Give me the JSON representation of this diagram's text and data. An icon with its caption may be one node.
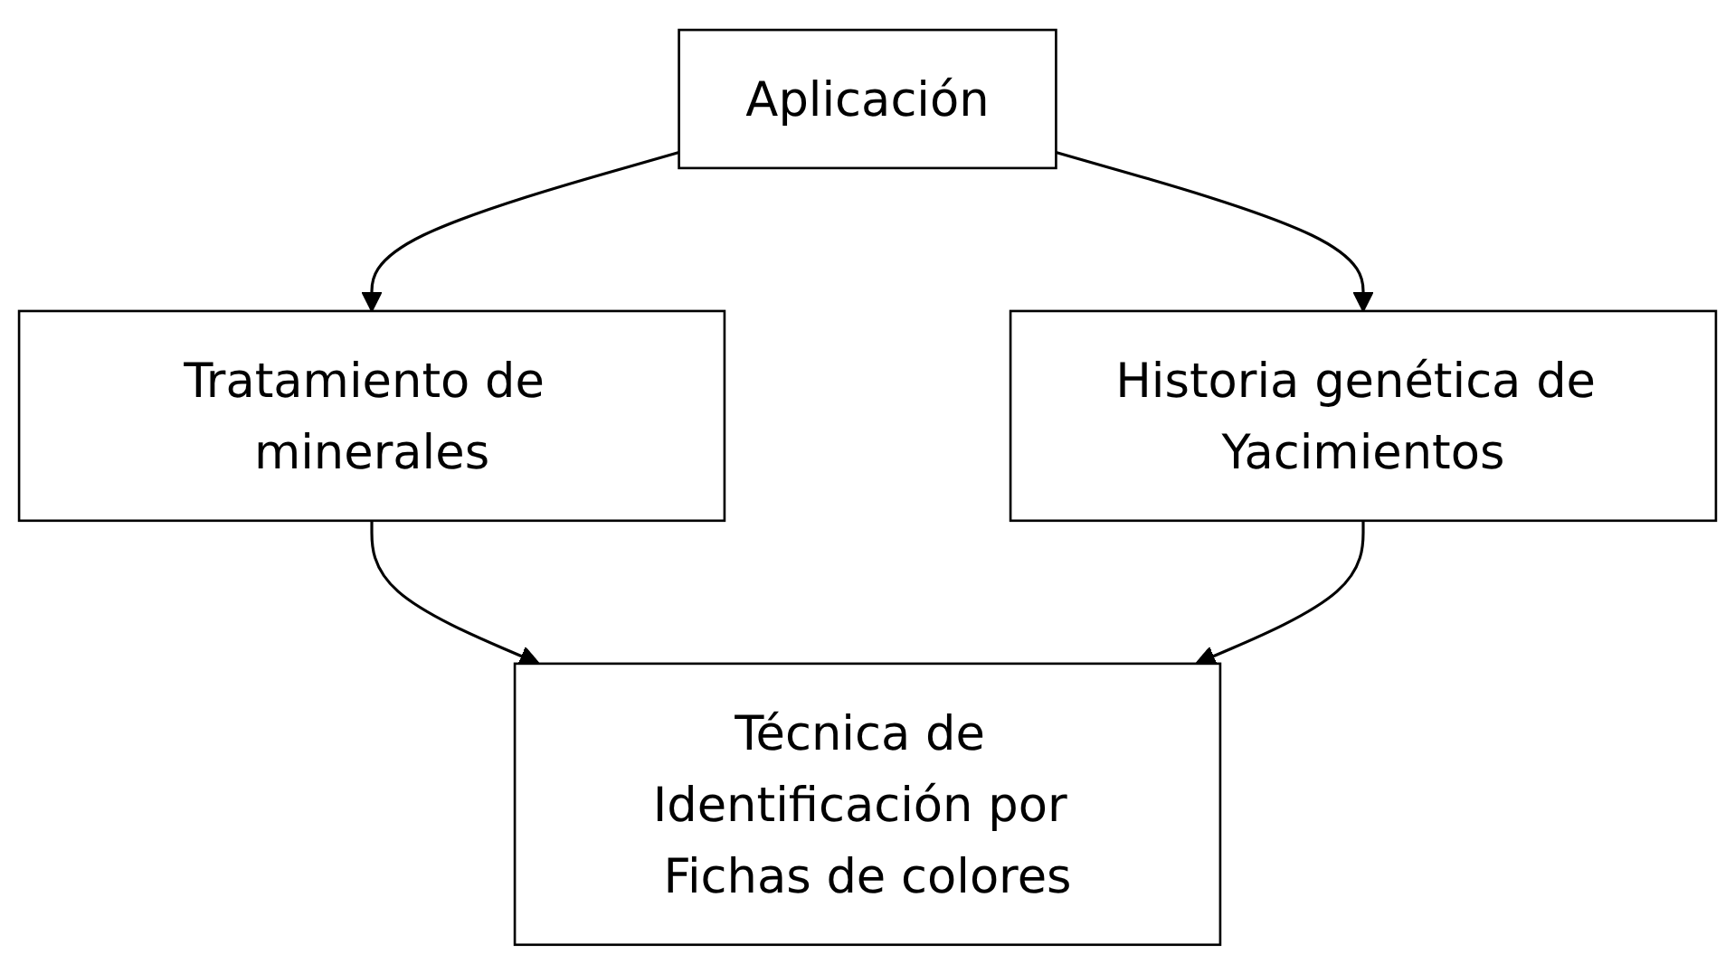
{
  "diagram": {
    "nodes": [
      {
        "text": [
          "Aplicación"
        ]
      },
      {
        "text": [
          "Tratamiento de minerales"
        ]
      },
      {
        "text": [
          "Historia genética de Yacimientos"
        ]
      },
      {
        "text": [
          "Técnica de Identificación por Fichas de colores"
        ]
      }
    ],
    "edges": [
      {
        "from": 0,
        "to": 1,
        "arrow": "to"
      },
      {
        "from": 0,
        "to": 2,
        "arrow": "to"
      },
      {
        "from": 1,
        "to": 3,
        "arrow": "to"
      },
      {
        "from": 2,
        "to": 3,
        "arrow": "to"
      }
    ]
  }
}
